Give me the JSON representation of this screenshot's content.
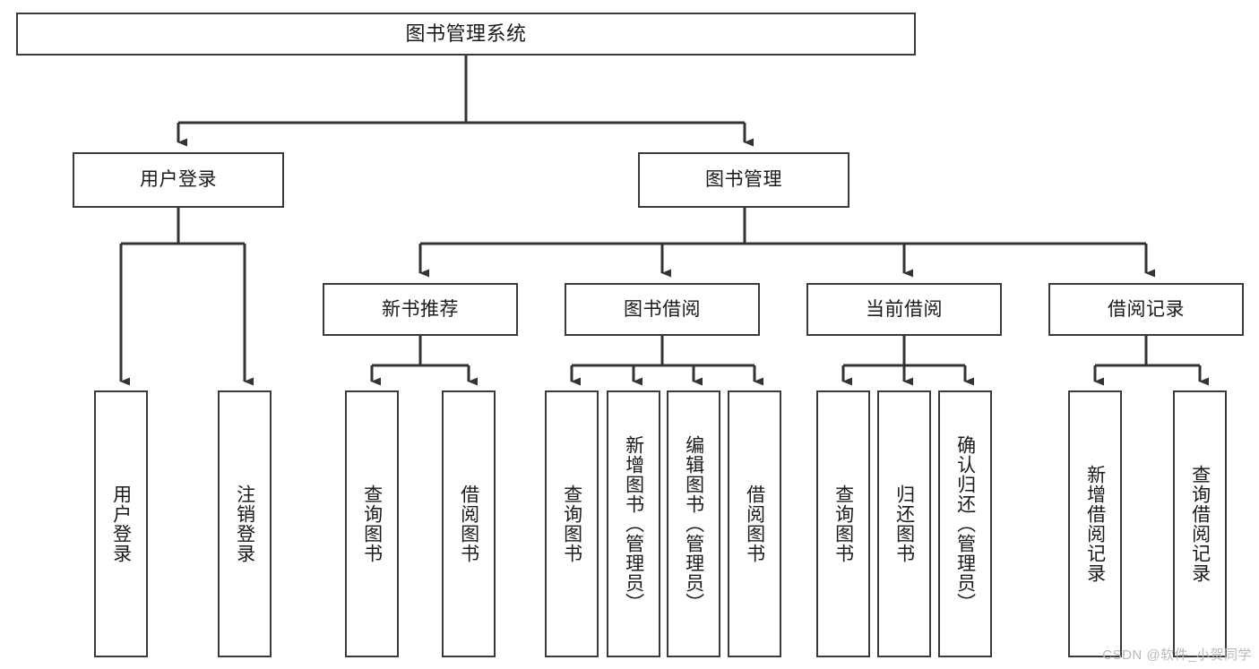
{
  "diagram": {
    "title": "图书管理系统",
    "type": "tree-hierarchy-diagram",
    "colors": {
      "background": "#ffffff",
      "box_border": "#3a3a3a",
      "box_fill": "#ffffff",
      "connector": "#333333",
      "text": "#1a1a1a",
      "watermark": "#b9b9b9"
    },
    "root": {
      "label": "图书管理系统"
    },
    "level2": [
      {
        "label": "用户登录"
      },
      {
        "label": "图书管理"
      }
    ],
    "level3": [
      {
        "label": "新书推荐"
      },
      {
        "label": "图书借阅"
      },
      {
        "label": "当前借阅"
      },
      {
        "label": "借阅记录"
      }
    ],
    "leaves": {
      "user_login": [
        {
          "label": "用户登录"
        },
        {
          "label": "注销登录"
        }
      ],
      "new_book_recommend": [
        {
          "label": "查询图书"
        },
        {
          "label": "借阅图书"
        }
      ],
      "book_borrow": [
        {
          "label": "查询图书"
        },
        {
          "label": "新增图书（管理员）"
        },
        {
          "label": "编辑图书（管理员）"
        },
        {
          "label": "借阅图书"
        }
      ],
      "current_borrow": [
        {
          "label": "查询图书"
        },
        {
          "label": "归还图书"
        },
        {
          "label": "确认归还（管理员）"
        }
      ],
      "borrow_record": [
        {
          "label": "新增借阅记录"
        },
        {
          "label": "查询借阅记录"
        }
      ]
    },
    "watermark": "CSDN @软件_小贺同学"
  }
}
